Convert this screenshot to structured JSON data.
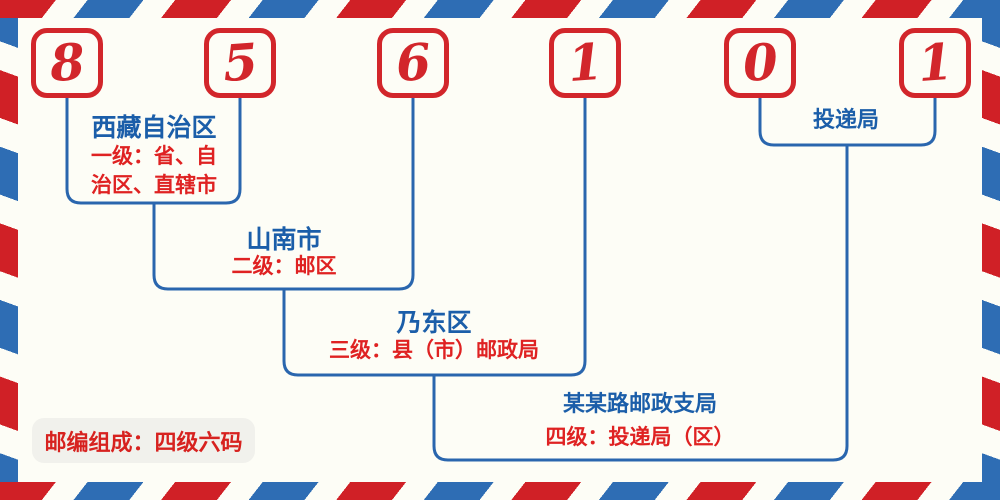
{
  "postal_code": {
    "digits": [
      "8",
      "5",
      "6",
      "1",
      "0",
      "1"
    ]
  },
  "levels": [
    {
      "name": "西藏自治区",
      "desc_lines": [
        "一级：省、自",
        "治区、直辖市"
      ]
    },
    {
      "name": "山南市",
      "desc_lines": [
        "二级：邮区"
      ]
    },
    {
      "name": "乃东区",
      "desc_lines": [
        "三级：县（市）邮政局"
      ]
    },
    {
      "name": "某某路邮政支局",
      "desc_lines": [
        "四级：投递局（区）"
      ]
    },
    {
      "name": "投递局",
      "desc_lines": []
    }
  ],
  "badge": {
    "label": "邮编组成：四级六码"
  },
  "palette": {
    "stripe_red": "#d02026",
    "stripe_blue": "#2e6db4",
    "digit_red": "#d2262b",
    "label_red": "#df2222",
    "label_blue": "#1b5ea9",
    "line_blue": "#2a66ae",
    "background": "#fdfdf6",
    "badge_bg": "#f1f1ec"
  }
}
